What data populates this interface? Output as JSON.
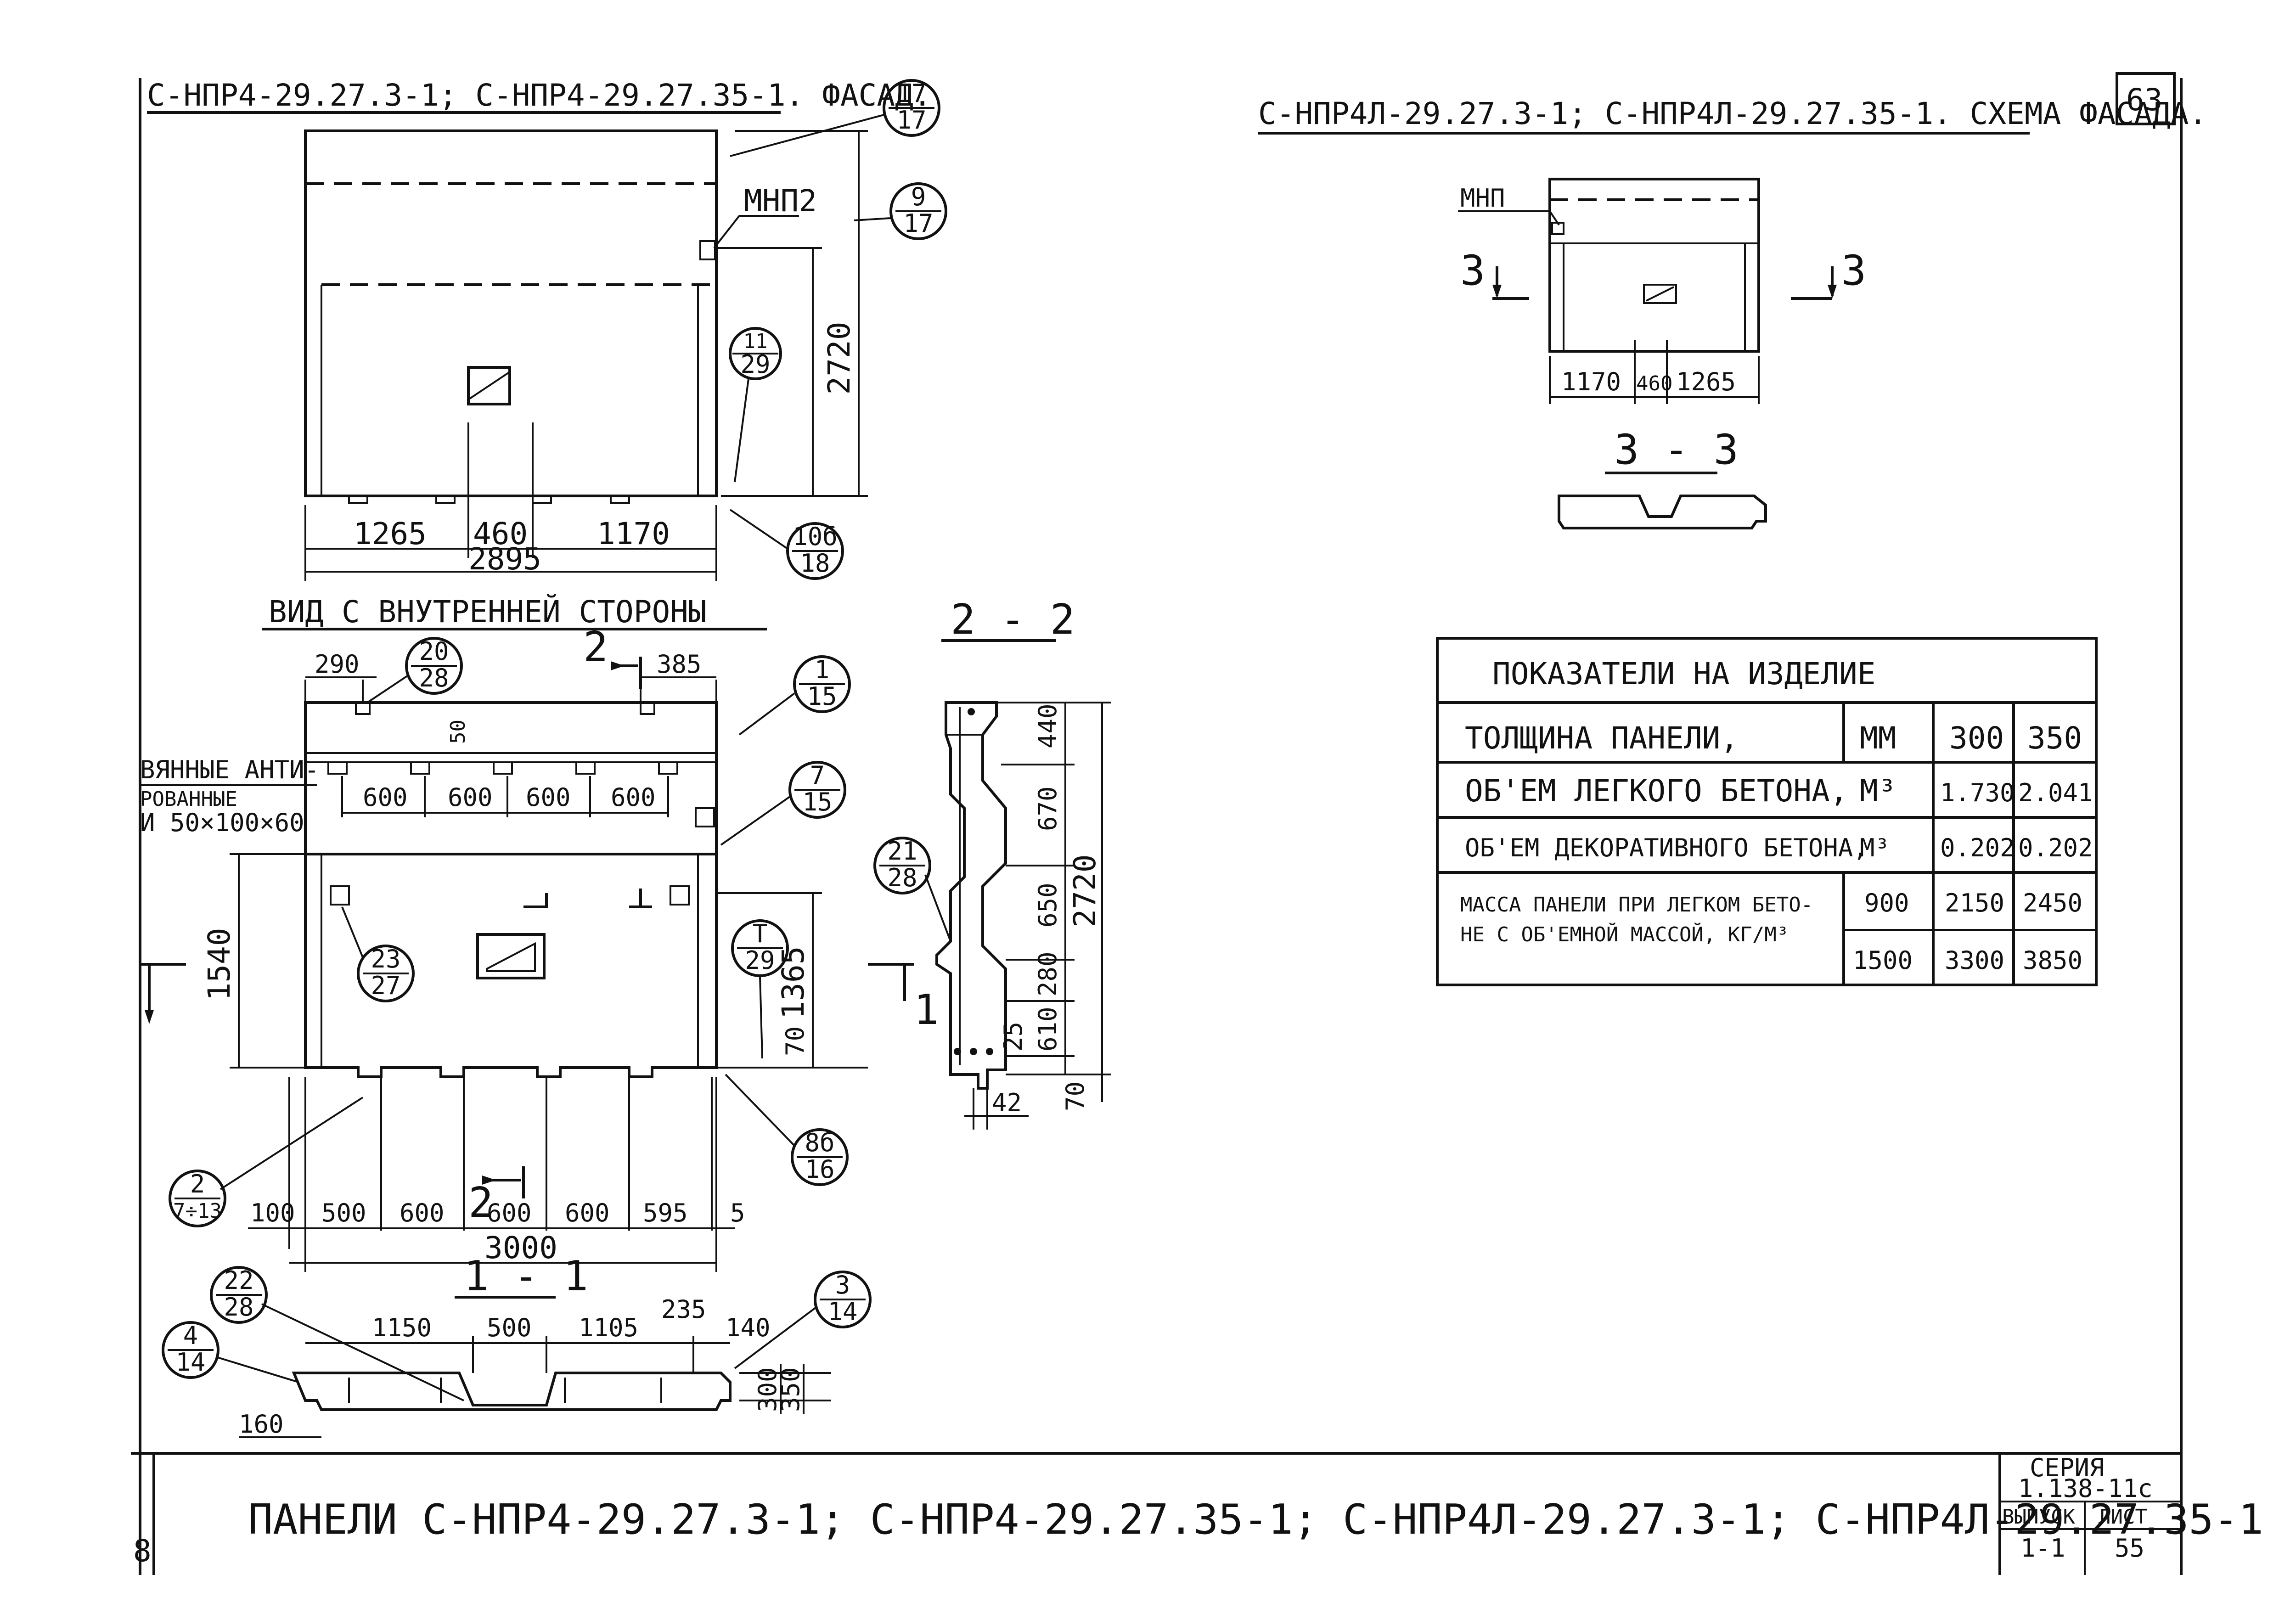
{
  "sheet_number": "63",
  "facade": {
    "title": "С-НПР4-29.27.3-1; С-НПР4-29.27.35-1. ФАСАД.",
    "ref_17_17": [
      "17",
      "17"
    ],
    "ref_9_17": [
      "9",
      "17"
    ],
    "ref_11_29": [
      "11",
      "29"
    ],
    "ref_10b_18": [
      "10б",
      "18"
    ],
    "label_mnp2": "МНП2",
    "dim_height": "2720",
    "dim_bottom": [
      "1265",
      "460",
      "1170"
    ],
    "dim_total": "2895"
  },
  "inner_view": {
    "title": "ВИД С ВНУТРЕННЕЙ СТОРОНЫ",
    "dim_top_left": "290",
    "dim_top_right": "385",
    "section_mark": "2",
    "ref_20_28": [
      "20",
      "28"
    ],
    "ref_1_15": [
      "1",
      "15"
    ],
    "ref_7_15": [
      "7",
      "15"
    ],
    "ref_23_27": [
      "23",
      "27"
    ],
    "ref_T_29": [
      "Т",
      "29"
    ],
    "ref_8b_16": [
      "8б",
      "16"
    ],
    "ref_2_7_13": [
      "2",
      "7÷13"
    ],
    "note_lines": [
      "ВЯННЫЕ АНТИ-",
      "РОВАННЫЕ",
      "И 50×100×60"
    ],
    "dim_50": "50",
    "dim_600s": [
      "600",
      "600",
      "600",
      "600"
    ],
    "dim_1540": "1540",
    "dim_1365": "1365",
    "dim_70": "70",
    "dim_bottom": [
      "100",
      "500",
      "600",
      "600",
      "600",
      "595",
      "5"
    ],
    "dim_total": "3000"
  },
  "section_1_1": {
    "title": "1 - 1",
    "ref_22_28": [
      "22",
      "28"
    ],
    "ref_4_14": [
      "4",
      "14"
    ],
    "ref_3_14": [
      "3",
      "14"
    ],
    "dims_top": [
      "1150",
      "500",
      "1105",
      "235",
      "140"
    ],
    "dim_160": "160",
    "dims_right": [
      "300",
      "350"
    ]
  },
  "section_2_2": {
    "title": "2 - 2",
    "ref_21_28": [
      "21",
      "28"
    ],
    "dims_right": [
      "440",
      "670",
      "650",
      "280",
      "610",
      "25",
      "70"
    ],
    "dim_total": "2720",
    "dim_42": "42",
    "section_mark": "1"
  },
  "facade_scheme": {
    "title": "С-НПР4Л-29.27.3-1; С-НПР4Л-29.27.35-1. СХЕМА ФАСАДА.",
    "label_mnp": "МНП",
    "section_mark": "3",
    "dims": [
      "1170",
      "460",
      "1265"
    ]
  },
  "section_3_3": {
    "title": "3 - 3"
  },
  "indicators": {
    "title": "ПОКАЗАТЕЛИ НА ИЗДЕЛИЕ",
    "rows": [
      {
        "label": "ТОЛЩИНА ПАНЕЛИ,",
        "unit": "ММ",
        "v300": "300",
        "v350": "350"
      },
      {
        "label": "ОБ'ЕМ ЛЕГКОГО БЕТОНА,",
        "unit": "М³",
        "v300": "1.730",
        "v350": "2.041"
      },
      {
        "label": "ОБ'ЕМ ДЕКОРАТИВНОГО БЕТОНА,",
        "unit": "М³",
        "v300": "0.202",
        "v350": "0.202"
      }
    ],
    "mass_label": [
      "МАССА ПАНЕЛИ ПРИ ЛЕГКОМ БЕТО-",
      "НЕ С ОБ'ЕМНОЙ МАССОЙ, КГ/М³"
    ],
    "mass_rows": [
      {
        "density": "900",
        "v300": "2150",
        "v350": "2450"
      },
      {
        "density": "1500",
        "v300": "3300",
        "v350": "3850"
      }
    ]
  },
  "title_block": {
    "left_number": "8",
    "title": "ПАНЕЛИ С-НПР4-29.27.3-1;  С-НПР4-29.27.35-1;  С-НПР4Л-29.27.3-1;  С-НПР4Л-29.27.35-1",
    "series_label": "СЕРИЯ",
    "series_value": "1.138-11с",
    "issue_label": "ВЫПУСК",
    "issue_value": "1-1",
    "sheet_label": "ЛИСТ",
    "sheet_value": "55"
  }
}
